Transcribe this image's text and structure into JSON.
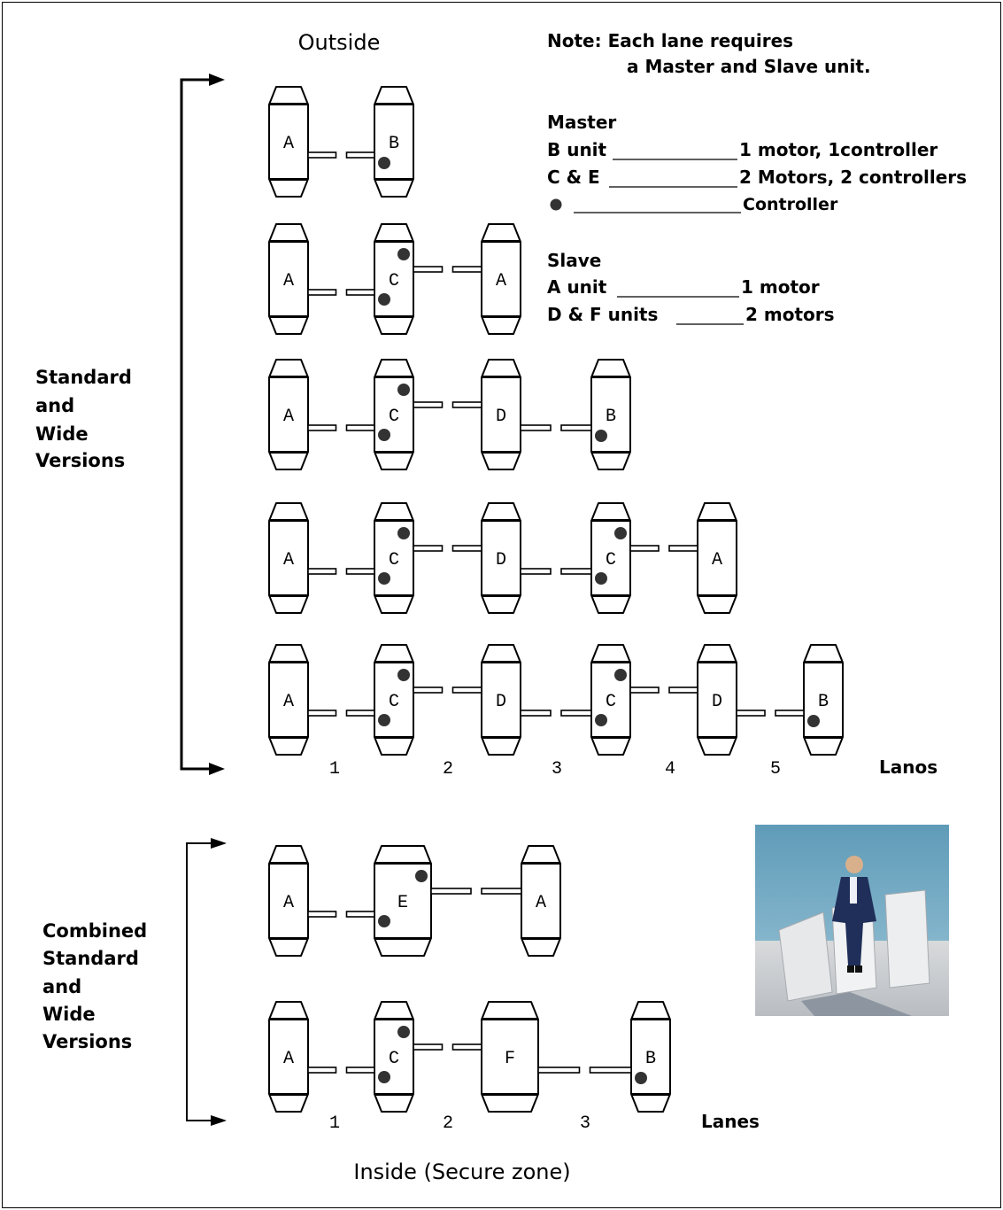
{
  "top_label": "Outside",
  "bottom_label": "Inside (Secure zone)",
  "note": {
    "line1": "Note: Each lane requires",
    "line2": "a Master and Slave unit."
  },
  "legend": {
    "master_title": "Master",
    "master_rows": [
      {
        "key": "B unit",
        "value": "1 motor, 1controller"
      },
      {
        "key": "C & E",
        "value": "2 Motors, 2 controllers"
      },
      {
        "key": "",
        "value": "Controller",
        "symbol": "controller-dot"
      }
    ],
    "slave_title": "Slave",
    "slave_rows": [
      {
        "key": "A unit",
        "value": "1 motor"
      },
      {
        "key": "D & F units",
        "value": "2 motors"
      }
    ]
  },
  "group_standard": {
    "label_lines": [
      "Standard",
      "and",
      "Wide",
      "Versions"
    ],
    "rows": [
      [
        "A",
        "B"
      ],
      [
        "A",
        "C",
        "A"
      ],
      [
        "A",
        "C",
        "D",
        "B"
      ],
      [
        "A",
        "C",
        "D",
        "C",
        "A"
      ],
      [
        "A",
        "C",
        "D",
        "C",
        "D",
        "B"
      ]
    ],
    "lane_numbers": [
      "1",
      "2",
      "3",
      "4",
      "5"
    ],
    "lanes_label": "Lanos"
  },
  "group_combined": {
    "label_lines": [
      "Combined",
      "Standard",
      "and",
      "Wide",
      "Versions"
    ],
    "rows": [
      [
        "A",
        "E",
        "A"
      ],
      [
        "A",
        "C",
        "F",
        "B"
      ]
    ],
    "lane_numbers": [
      "1",
      "2",
      "3"
    ],
    "lanes_label": "Lanes"
  },
  "colors": {
    "line": "#000000",
    "controller_dot": "#333333",
    "photo_wall": "#7fb1c9",
    "photo_floor": "#c9ccd0"
  }
}
